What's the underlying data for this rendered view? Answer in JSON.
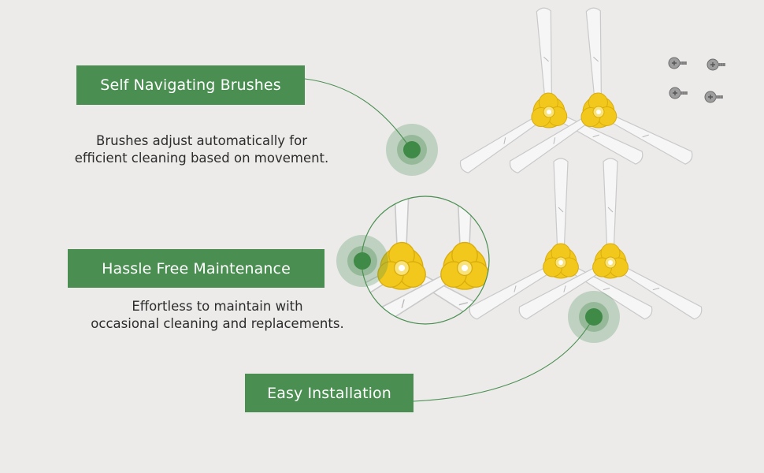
{
  "features": [
    {
      "title": "Self Navigating Brushes",
      "description": [
        "Brushes adjust automatically for",
        "efficient cleaning based on movement."
      ]
    },
    {
      "title": "Hassle Free Maintenance",
      "description": [
        "Effortless to maintain with",
        "occasional cleaning and replacements."
      ]
    },
    {
      "title": "Easy Installation"
    }
  ],
  "colors": {
    "accent": "#4a8f51",
    "background": "#ecebea",
    "brush_hub": "#f2c81c",
    "brush_arm": "#f4f4f4"
  }
}
